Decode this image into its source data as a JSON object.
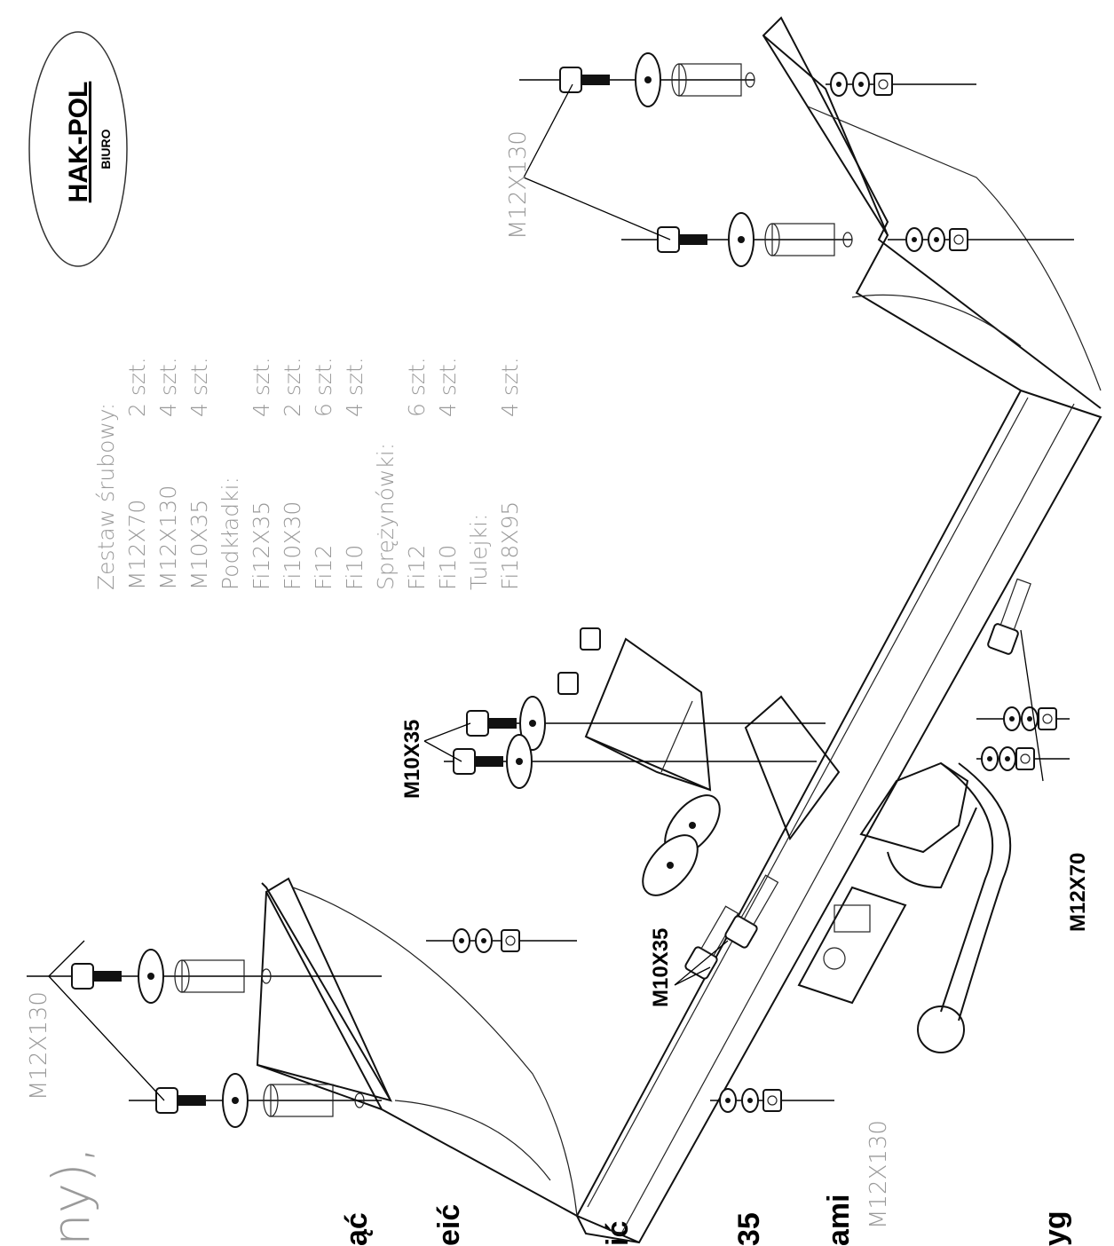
{
  "logo": {
    "brand": "HAK-POL",
    "sub": "BIURO"
  },
  "top_text": "ny),",
  "left_edge_fragments": [
    "ąć",
    "eić",
    "ić",
    "35",
    "ami",
    "yg"
  ],
  "parts_list": [
    {
      "name": "Zestaw śrubowy:",
      "qty": ""
    },
    {
      "name": "M12X70",
      "qty": "2 szt."
    },
    {
      "name": "M12X130",
      "qty": "4 szt."
    },
    {
      "name": "M10X35",
      "qty": "4 szt."
    },
    {
      "name": "Podkładki:",
      "qty": ""
    },
    {
      "name": "Fi12X35",
      "qty": "4 szt."
    },
    {
      "name": "Fi10X30",
      "qty": "2 szt."
    },
    {
      "name": "Fi12",
      "qty": "6 szt."
    },
    {
      "name": "Fi10",
      "qty": "4 szt."
    },
    {
      "name": "Sprężynówki:",
      "qty": ""
    },
    {
      "name": "Fi12",
      "qty": "6 szt."
    },
    {
      "name": "Fi10",
      "qty": "4 szt."
    },
    {
      "name": "Tulejki:",
      "qty": ""
    },
    {
      "name": "Fi18X95",
      "qty": "4 szt."
    }
  ],
  "callouts": {
    "m12x130_left": "M12X130",
    "m12x130_right": "M12X130",
    "m12x130_bottom": "M12X130",
    "m10x35_upper": "M10X35",
    "m10x35_lower": "M10X35",
    "m12x70": "M12X70"
  }
}
